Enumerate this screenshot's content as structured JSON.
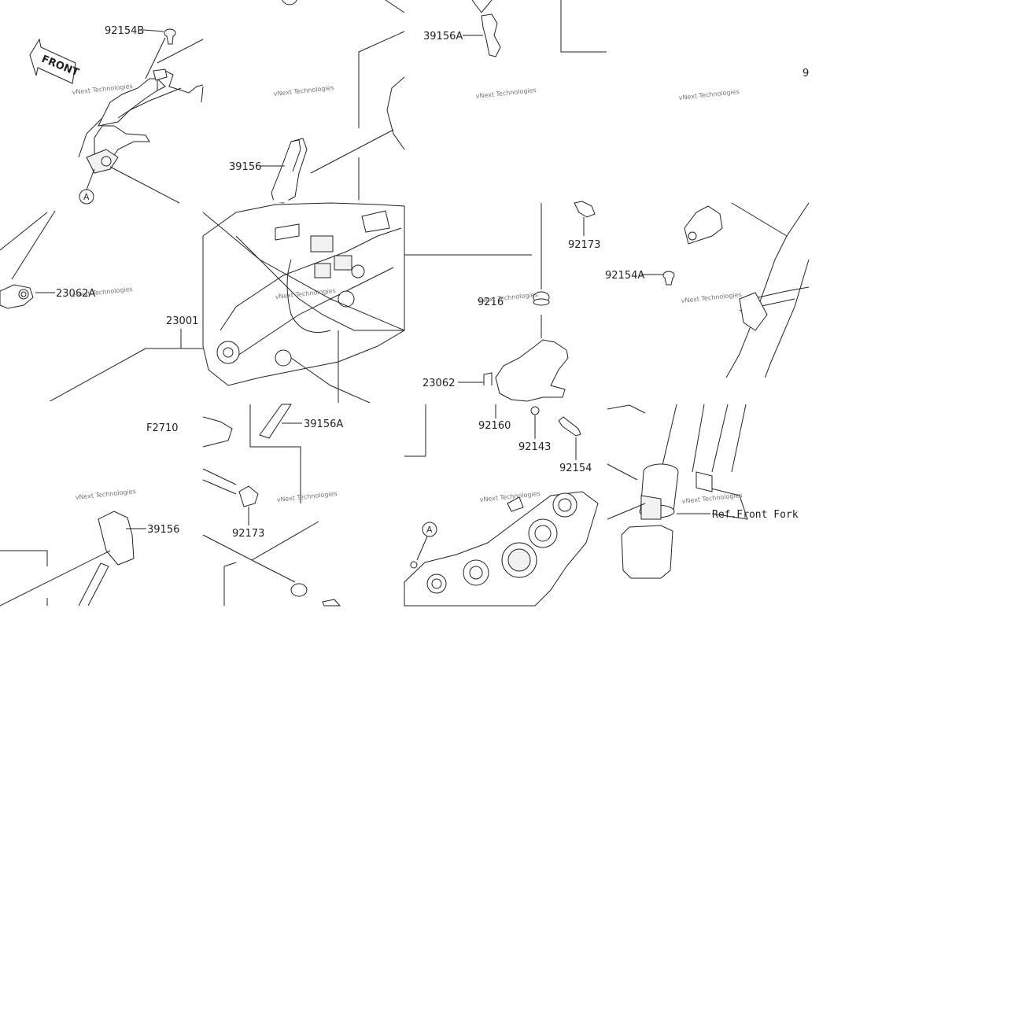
{
  "labels": {
    "p92154B": "92154B",
    "p39156A_top": "39156A",
    "p9_top": "9",
    "p39156_mid": "39156",
    "pA_top": "A",
    "p92173_right": "92173",
    "p23062A": "23062A",
    "p92154A": "92154A",
    "p23001": "23001",
    "p9216": "9216",
    "p23062": "23062",
    "p92160": "92160",
    "p92143": "92143",
    "p92154": "92154",
    "pF2710": "F2710",
    "p39156A_mid": "39156A",
    "p39156_low": "39156",
    "p92173_low": "92173",
    "pA_low": "A",
    "ref_front_fork": "Ref.Front Fork",
    "front_arrow": "FRONT"
  },
  "watermark": {
    "line1": "vNext Technologies",
    "line2": "Technologies"
  }
}
